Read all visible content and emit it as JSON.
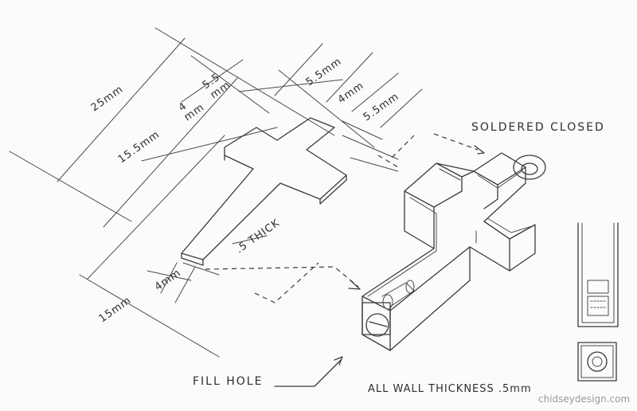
{
  "labels": {
    "dim_25": "25mm",
    "dim_5_5_top": "5.5",
    "dim_mm_top": "mm",
    "dim_4": "4",
    "dim_4_mm": "mm",
    "dim_15_5": "15.5mm",
    "dim_4mm_bottom": "4mm",
    "dim_15": "15mm",
    "dim_5_5_arm_left": "5.5mm",
    "dim_4_arm": "4mm",
    "dim_5_5_arm_right": "5.5mm",
    "thick": ".5 THICK",
    "soldered": "SOLDERED CLOSED",
    "fill_hole": "FILL HOLE",
    "wall": "ALL WALL THICKNESS .5mm"
  },
  "watermark": "chidseydesign.com"
}
